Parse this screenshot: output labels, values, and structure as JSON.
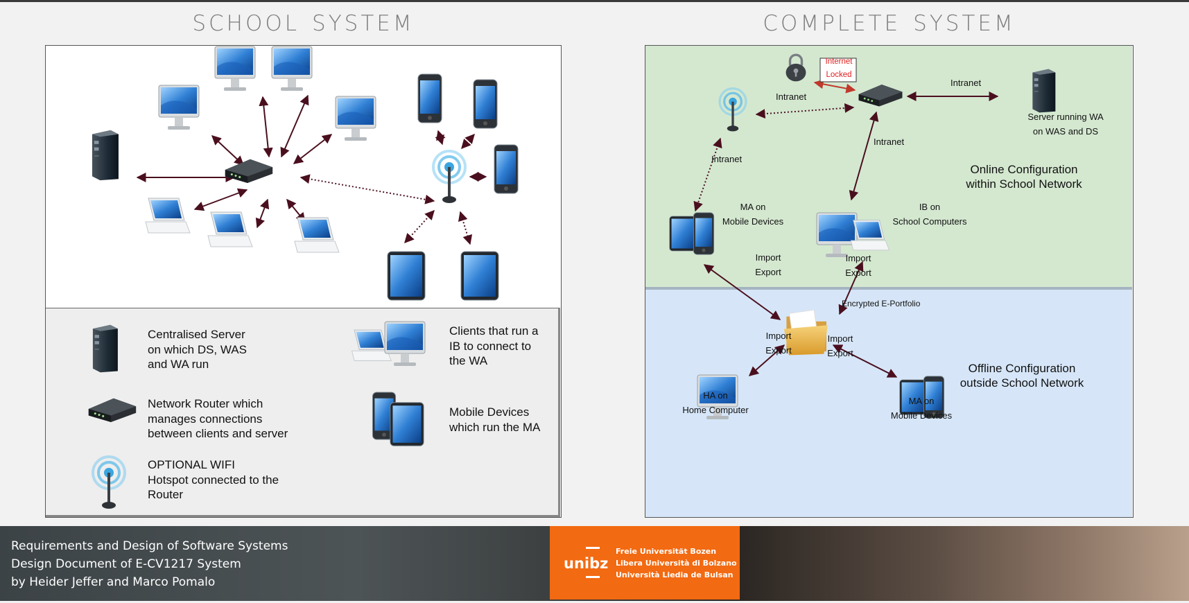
{
  "titles": {
    "left": "school system",
    "right": "complete system"
  },
  "legend": {
    "server": "Centralised Server\non which DS, WAS\nand WA run",
    "router": "Network Router which\nmanages connections\nbetween clients and server",
    "wifi": "OPTIONAL WIFI\nHotspot connected to the\nRouter",
    "clients": "Clients that run a\nIB to connect to\nthe WA",
    "mobile": "Mobile Devices\nwhich run the MA"
  },
  "complete": {
    "internet_locked": [
      "Internet",
      "Locked"
    ],
    "intranet": "Intranet",
    "server_label": [
      "Server running WA",
      "on WAS and DS"
    ],
    "online_title": [
      "Online Configuration",
      "within School Network"
    ],
    "ma_online": [
      "MA on",
      "Mobile Devices"
    ],
    "ib_online": [
      "IB on",
      "School Computers"
    ],
    "import": "Import",
    "export": "Export",
    "eportfolio": "Encrypted E-Portfolio",
    "ha": [
      "HA on",
      "Home Computer"
    ],
    "ma_offline": [
      "MA on",
      "Mobile Devices"
    ],
    "offline_title": [
      "Offline Configuration",
      "outside School Network"
    ]
  },
  "footer": {
    "line1": "Requirements and Design of Software Systems",
    "line2": "Design Document of E-CV1217 System",
    "line3": "by Heider Jeffer and Marco Pomalo",
    "logo_word": "unibz",
    "logo_lines": [
      "Freie Universität Bozen",
      "Libera Università di Bolzano",
      "Università Liedia de Bulsan"
    ]
  },
  "colors": {
    "arrow": "#4a0f1e",
    "online_bg": "#d4e8d0",
    "offline_bg": "#d6e6f8",
    "logo_bg": "#f26a12",
    "locked_text": "#e02020"
  }
}
